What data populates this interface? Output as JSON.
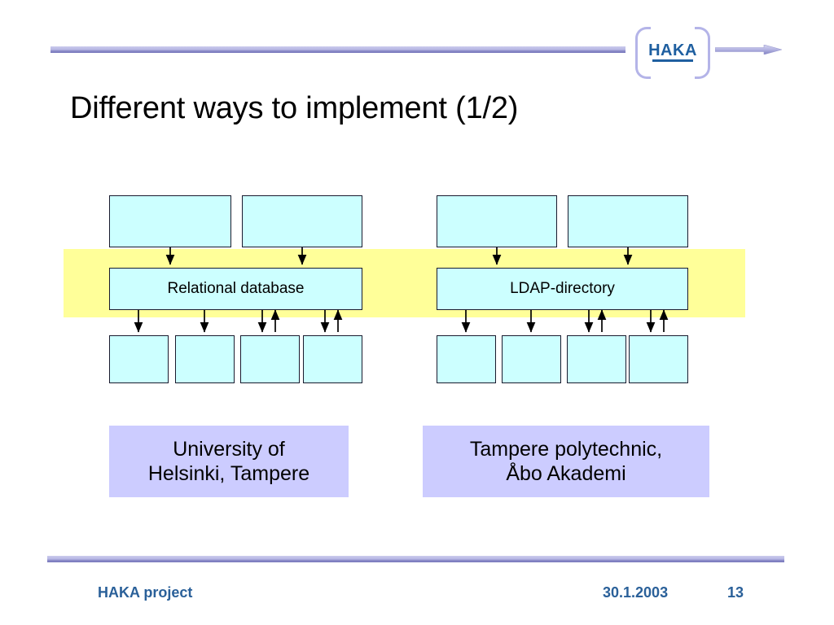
{
  "header": {
    "logo_text": "HAKA",
    "logo_icon": "haka-bracket-logo",
    "rule_icon": "horizontal-rule",
    "arrow_icon": "right-arrow-icon"
  },
  "title": "Different ways to implement (1/2)",
  "colors": {
    "node_fill": "#ccffff",
    "node_border": "#1a1a2e",
    "highlight_band": "#ffff99",
    "caption_fill": "#ccccff",
    "accent": "#2a6099",
    "rule": "#b7b7e4"
  },
  "diagram": {
    "highlight_label": "middle-layer-highlight-band",
    "groups": [
      {
        "name": "relational-database-group",
        "center_label": "Relational database",
        "top_nodes": [
          "",
          ""
        ],
        "bottom_nodes": [
          "",
          "",
          "",
          ""
        ],
        "bottom_bidirectional": [
          false,
          false,
          true,
          true
        ]
      },
      {
        "name": "ldap-directory-group",
        "center_label": "LDAP-directory",
        "top_nodes": [
          "",
          ""
        ],
        "bottom_nodes": [
          "",
          "",
          "",
          ""
        ],
        "bottom_bidirectional": [
          false,
          false,
          true,
          true
        ]
      }
    ]
  },
  "captions": {
    "left": "University of\nHelsinki, Tampere",
    "right": "Tampere polytechnic,\nÅbo Akademi"
  },
  "footer": {
    "project": "HAKA project",
    "date": "30.1.2003",
    "page": "13"
  }
}
